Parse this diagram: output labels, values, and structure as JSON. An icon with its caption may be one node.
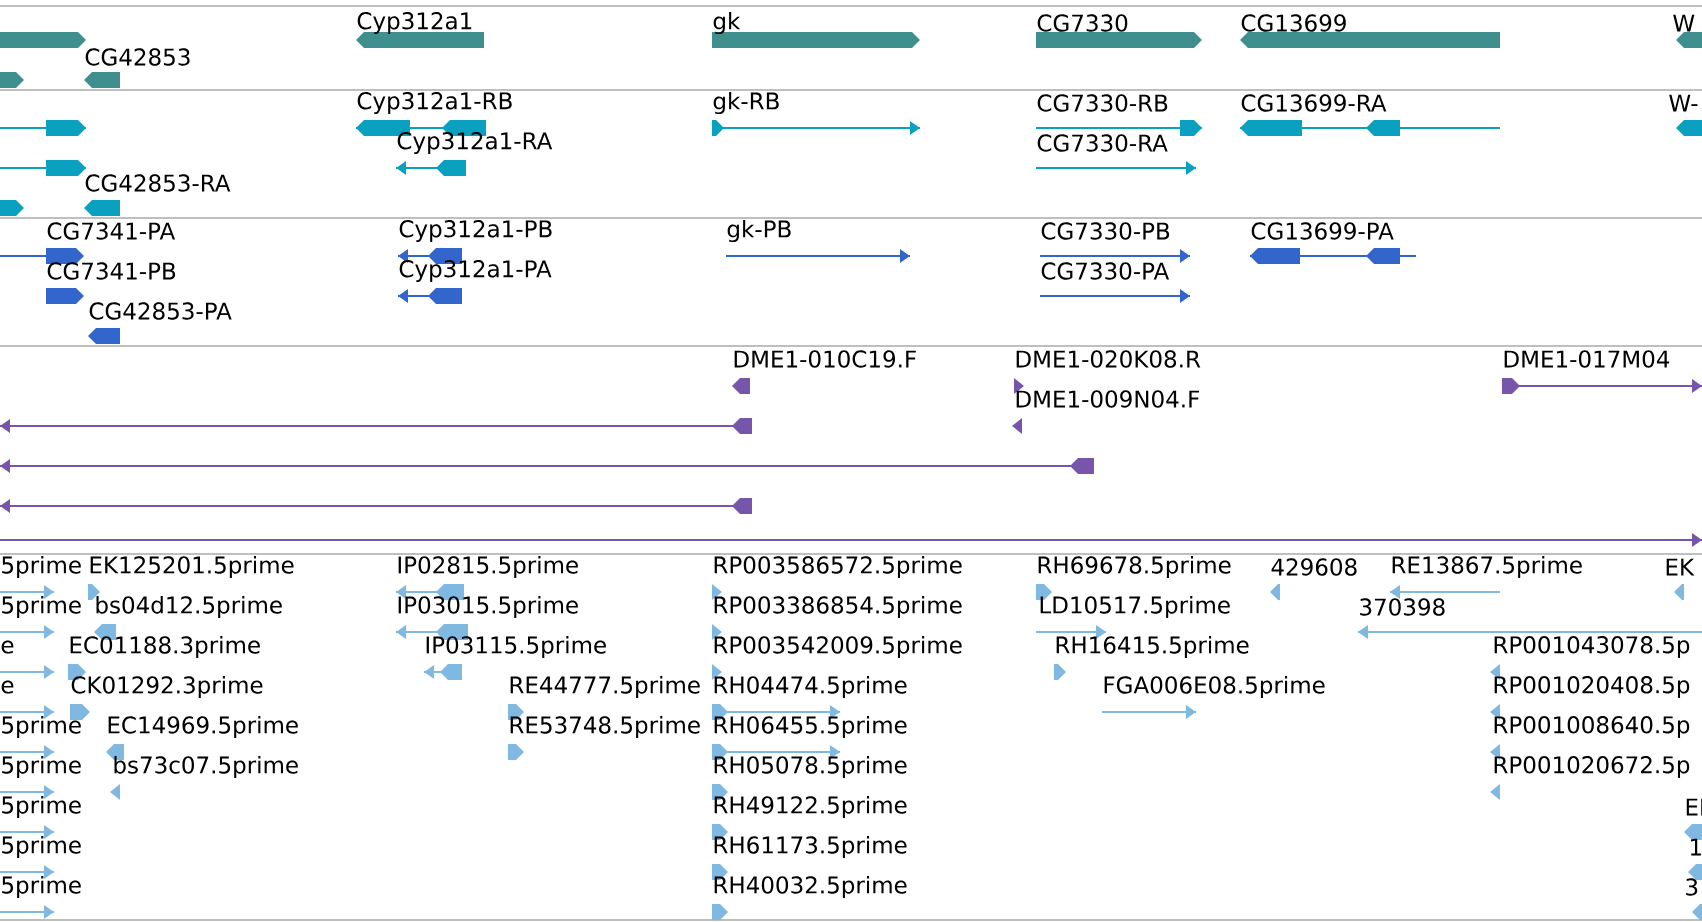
{
  "diagram": {
    "labels": [
      "Cyp312a1",
      "gk",
      "CG7330",
      "CG13699",
      "W",
      "CG42853",
      "Cyp312a1-RB",
      "gk-RB",
      "CG7330-RB",
      "CG13699-RA",
      "W-",
      "Cyp312a1-RA",
      "CG7330-RA",
      "CG42853-RA",
      "CG7341-PA",
      "Cyp312a1-PB",
      "gk-PB",
      "CG7330-PB",
      "CG13699-PA",
      "CG7341-PB",
      "Cyp312a1-PA",
      "CG7330-PA",
      "CG42853-PA",
      "DME1-010C19.F",
      "DME1-020K08.R",
      "DME1-017M04",
      "DME1-009N04.F",
      "5prime",
      "EK125201.5prime",
      "IP02815.5prime",
      "RP003586572.5prime",
      "RH69678.5prime",
      "429608",
      "RE13867.5prime",
      "EK",
      "5prime",
      "bs04d12.5prime",
      "IP03015.5prime",
      "RP003386854.5prime",
      "LD10517.5prime",
      "370398",
      "e",
      "EC01188.3prime",
      "IP03115.5prime",
      "RP003542009.5prime",
      "RH16415.5prime",
      "RP001043078.5p",
      "e",
      "CK01292.3prime",
      "RE44777.5prime",
      "RH04474.5prime",
      "FGA006E08.5prime",
      "RP001020408.5p",
      "5prime",
      "EC14969.5prime",
      "RE53748.5prime",
      "RH06455.5prime",
      "RP001008640.5p",
      "5prime",
      "bs73c07.5prime",
      "RH05078.5prime",
      "RP001020672.5p",
      "5prime",
      "RH49122.5prime",
      "EI",
      "5prime",
      "RH61173.5prime",
      "1",
      "5prime",
      "RH40032.5prime",
      "3"
    ]
  }
}
